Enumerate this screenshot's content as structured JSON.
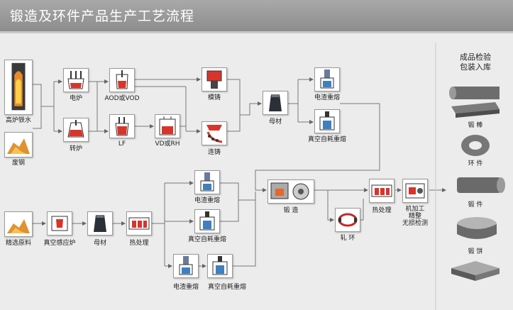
{
  "header": {
    "title": "锻造及环件产品生产工艺流程"
  },
  "nodes": {
    "blast_furnace": "高炉铁水",
    "scrap_steel": "废钢",
    "electric_furnace": "电炉",
    "converter": "转炉",
    "aod_vod": "AOD或VOD",
    "lf": "LF",
    "vd_rh": "VD或RH",
    "ingot_casting": "模铸",
    "continuous_casting": "连铸",
    "base_material_top": "母材",
    "esr_top": "电渣重熔",
    "var_top": "真空自耗重熔",
    "esr_mid": "电渣重熔",
    "var_mid": "真空自耗重熔",
    "forging": "锻 造",
    "rolling": "轧 环",
    "heat_treatment_right": "热处理",
    "machining_lines": [
      "机加工",
      "精整",
      "无损检测"
    ],
    "selected_raw": "精选原料",
    "vim": "真空感应炉",
    "base_material_bottom": "母材",
    "heat_treatment_bottom": "热处理",
    "esr_bottom": "电渣重熔",
    "var_bottom": "真空自耗重熔"
  },
  "products": {
    "title_lines": [
      "成品检验",
      "包装入库"
    ],
    "items": [
      "锻 棒",
      "环 件",
      "锻 件",
      "锻 饼"
    ]
  }
}
